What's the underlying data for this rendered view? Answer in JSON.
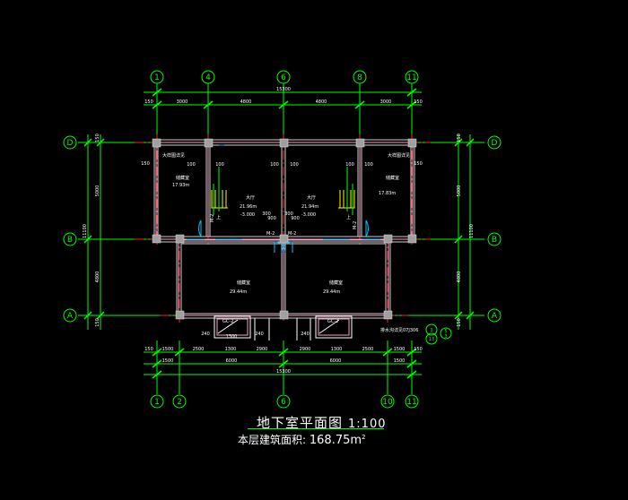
{
  "drawing": {
    "title": "地下室平面图",
    "scale": "1:100",
    "area_label": "本层建筑面积:",
    "area_value": "168.75m",
    "area_sup": "2"
  },
  "axes_top": [
    "1",
    "4",
    "6",
    "8",
    "11"
  ],
  "axes_bottom": [
    "1",
    "2",
    "6",
    "10",
    "11"
  ],
  "axes_rows": [
    "D",
    "B",
    "A"
  ],
  "dims_top": [
    "150",
    "3000",
    "4800",
    "4800",
    "3000",
    "150",
    "15300"
  ],
  "dims_bottom_row1": [
    "150",
    "1500",
    "2500",
    "1300",
    "2900",
    "2900",
    "1300",
    "2500",
    "1500",
    "150"
  ],
  "dims_bottom_row2": [
    "1500",
    "6000",
    "6000",
    "1500"
  ],
  "dims_bottom_total": "15300",
  "dims_left": [
    "150",
    "5000",
    "4800",
    "150",
    "11100"
  ],
  "dims_right": [
    "150",
    "5000",
    "4800",
    "150",
    "11100"
  ],
  "rooms": [
    {
      "name": "大样图详见",
      "area": ""
    },
    {
      "name": "储藏室",
      "area": "17.93m"
    },
    {
      "name": "大厅",
      "area": "21.96m"
    },
    {
      "name": "大厅",
      "area": "21.94m"
    },
    {
      "name": "储藏室",
      "area": "17.83m"
    },
    {
      "name": "大样图详见",
      "area": ""
    },
    {
      "name": "储藏室",
      "area": "29.44m"
    },
    {
      "name": "储藏室",
      "area": "29.44m"
    }
  ],
  "levels": [
    "-3.000",
    "-3.000"
  ],
  "doors": [
    "M-2",
    "M-2",
    "M-2",
    "M-2"
  ],
  "windows": [
    "GC-2",
    "GC-2"
  ],
  "wall_dims": [
    "100",
    "100",
    "100",
    "100",
    "100",
    "100",
    "150",
    "150",
    "300",
    "900",
    "300",
    "900",
    "240",
    "240",
    "240",
    "1300"
  ],
  "note": "排水沟详见07J306",
  "detail_tags": [
    "3",
    "13",
    "5",
    "3"
  ],
  "stairs": [
    "上",
    "上"
  ]
}
